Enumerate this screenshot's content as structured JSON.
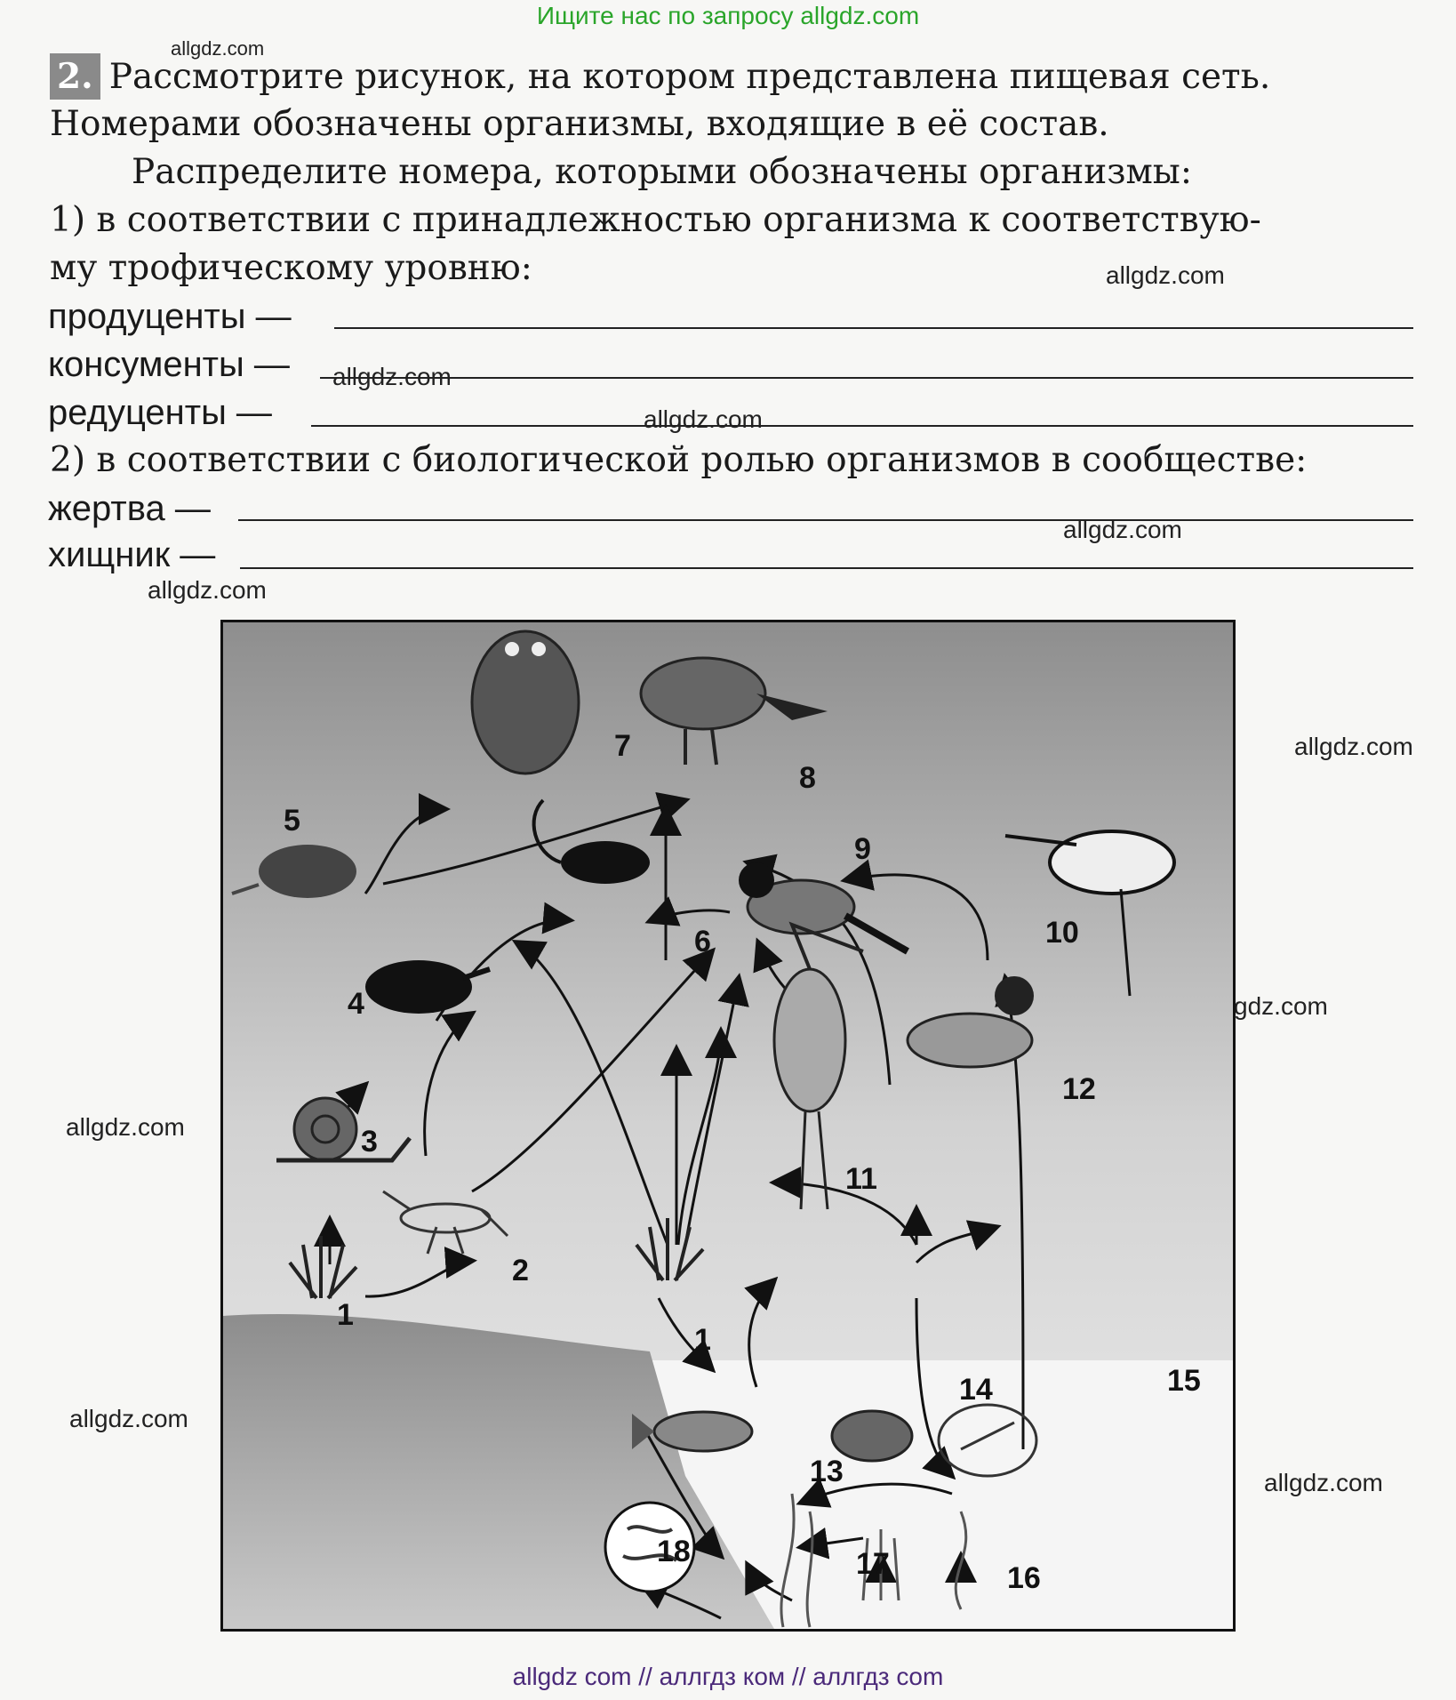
{
  "banners": {
    "top": "Ищите нас по запросу allgdz.com",
    "bottom": "allgdz com  //  аллгдз ком  //  аллгдз com"
  },
  "watermarks": {
    "label": "allgdz.com"
  },
  "task": {
    "number": "2.",
    "intro_line1": "Рассмотрите рисунок, на котором представлена пищевая сеть.",
    "intro_line2": "Номерами обозначены организмы, входящие в её состав.",
    "distribute": "Распределите номера, которыми обозначены организмы:",
    "q1_line1": "1)  в соответствии с принадлежностью организма к соответствую-",
    "q1_line2": "му трофическому уровню:",
    "producers": "продуценты —",
    "consumers": "консументы —",
    "decomposers": "редуценты —",
    "q2": "2)  в соответствии с биологической ролью организмов в сообществе:",
    "prey": "жертва —",
    "predator": "хищник —"
  },
  "figure": {
    "labels": [
      "1",
      "1",
      "2",
      "3",
      "4",
      "5",
      "6",
      "7",
      "8",
      "9",
      "10",
      "11",
      "12",
      "13",
      "14",
      "15",
      "16",
      "17",
      "18"
    ]
  }
}
